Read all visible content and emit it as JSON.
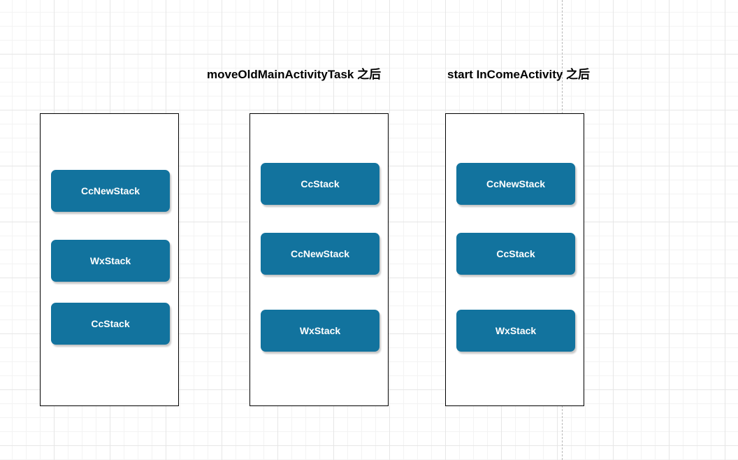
{
  "canvas": {
    "grid": true,
    "page_break_guide": "dashed-vertical"
  },
  "colors": {
    "box_fill": "#12739e",
    "box_text": "#ffffff",
    "border": "#000000"
  },
  "columns": [
    {
      "heading": "",
      "boxes": [
        "CcNewStack",
        "WxStack",
        "CcStack"
      ]
    },
    {
      "heading": "moveOldMainActivityTask 之后",
      "boxes": [
        "CcStack",
        "CcNewStack",
        "WxStack"
      ]
    },
    {
      "heading": "start InComeActivity 之后",
      "boxes": [
        "CcNewStack",
        "CcStack",
        "WxStack"
      ]
    }
  ]
}
